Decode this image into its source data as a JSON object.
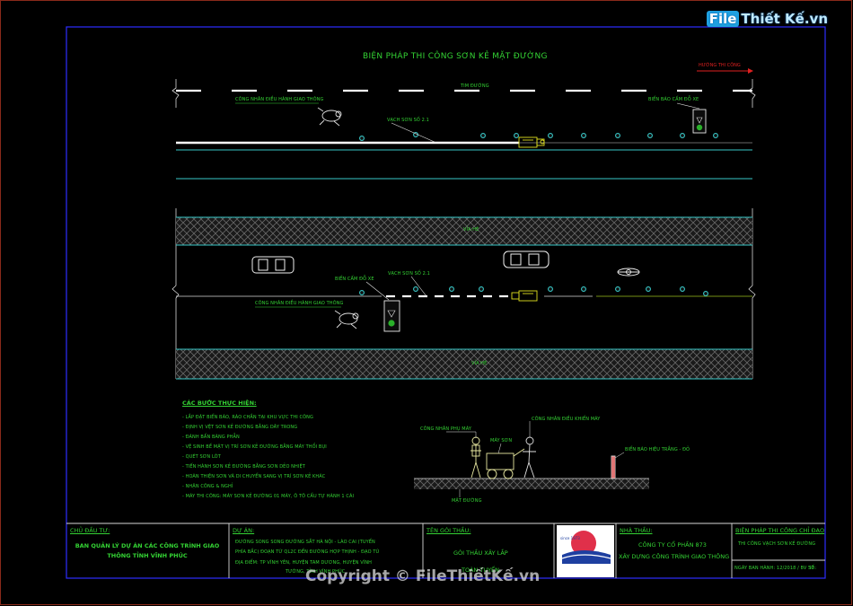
{
  "site_logo": {
    "file": "File",
    "rest": "Thiết Kế.vn"
  },
  "watermark": "Copyright © FileThiếtKế.vn",
  "drawing": {
    "title": "BIỆN PHÁP THI CÔNG SƠN KẺ MẶT ĐƯỜNG",
    "direction_label": "HƯỚNG THI CÔNG",
    "lane1": {
      "axis_label": "TIM ĐƯỜNG",
      "worker_label": "CÔNG NHÂN ĐIỀU HÀNH GIAO THÔNG",
      "line_label": "VẠCH SƠN SỐ 2.1",
      "sign_label": "BIỂN BÁO CẤM ĐỖ XE"
    },
    "lane2": {
      "median_label_top": "VỈA HÈ",
      "median_label_bottom": "VỈA HÈ",
      "sign_label": "BIỂN CẤM ĐỖ XE",
      "line_label": "VẠCH SƠN SỐ 2.1",
      "worker_label": "CÔNG NHÂN ĐIỀU HÀNH GIAO THÔNG"
    },
    "steps_title": "CÁC BƯỚC THỰC HIỆN:",
    "steps": [
      "- LẮP ĐẶT BIỂN BÁO, RÀO CHẮN TẠI KHU VỰC THI CÔNG",
      "- ĐỊNH VỊ VỆT SƠN KẺ ĐƯỜNG BẰNG DÂY TRONG",
      "- ĐÁNH BẨN BÀNG PHẪN",
      "- VỆ SINH BỀ MẶT VỊ TRÍ SƠN KẺ ĐƯỜNG BẰNG MÁY THỔI BỤI",
      "- QUÉT SƠN LÓT",
      "- TIẾN HÀNH SƠN KẺ ĐƯỜNG BẰNG SƠN DẺO NHIỆT",
      "- HOÀN THIỆN SƠN VÀ DI CHUYỂN SANG VỊ TRÍ SƠN KẺ KHÁC",
      "- NHẬN CÔNG & NGHỈ",
      "- MÁY THI CÔNG: MÁY SƠN KẺ ĐƯỜNG 01 MÁY, Ô TÔ CẨU TỰ HÀNH 1 CÁI"
    ],
    "detail": {
      "worker1": "CÔNG NHÂN PHỤ MÁY",
      "worker2": "CÔNG NHÂN ĐIỀU KHIỂN MÁY",
      "machine": "MÁY SƠN",
      "surface": "MẶT ĐƯỜNG",
      "sign": "BIỂN BÁO HIỆU TRẮNG - ĐỎ"
    }
  },
  "title_block": {
    "investor_label": "CHỦ ĐẦU TƯ:",
    "investor": "BAN QUẢN LÝ DỰ ÁN CÁC CÔNG TRÌNH GIAO THÔNG TỈNH VĨNH PHÚC",
    "project_label": "DỰ ÁN:",
    "project_line1": "ĐƯỜNG SONG SONG ĐƯỜNG SẮT HÀ NỘI - LÀO CAI (TUYẾN",
    "project_line2": "PHÍA BẮC) ĐOẠN TỪ QL2C ĐẾN ĐƯỜNG HỢP THỊNH - ĐẠO TÚ",
    "project_line3": "ĐỊA ĐIỂM: TP VĨNH YÊN, HUYỆN TAM DƯƠNG, HUYỆN VĨNH",
    "project_line4": "TƯỜNG, TỈNH VĨNH PHÚC",
    "package_label": "TÊN GÓI THẦU:",
    "package": "GÓI THẦU XÂY LẮP",
    "package2": "TOÀN TUYẾN",
    "logo_text": "CIENCO 873",
    "logo_since": "since 1973",
    "contractor_label": "NHÀ THẦU:",
    "contractor1": "CÔNG TY CỔ PHẦN 873",
    "contractor2": "XÂY DỰNG CÔNG TRÌNH GIAO THÔNG",
    "method_label": "BIỆN PHÁP THI CÔNG CHỈ ĐẠO",
    "method": "THI CÔNG VẠCH SƠN KẺ ĐƯỜNG",
    "date_label": "NGÀY BAN HÀNH: 12/2018 / BV SỐ:",
    "sheet_no": "37"
  }
}
